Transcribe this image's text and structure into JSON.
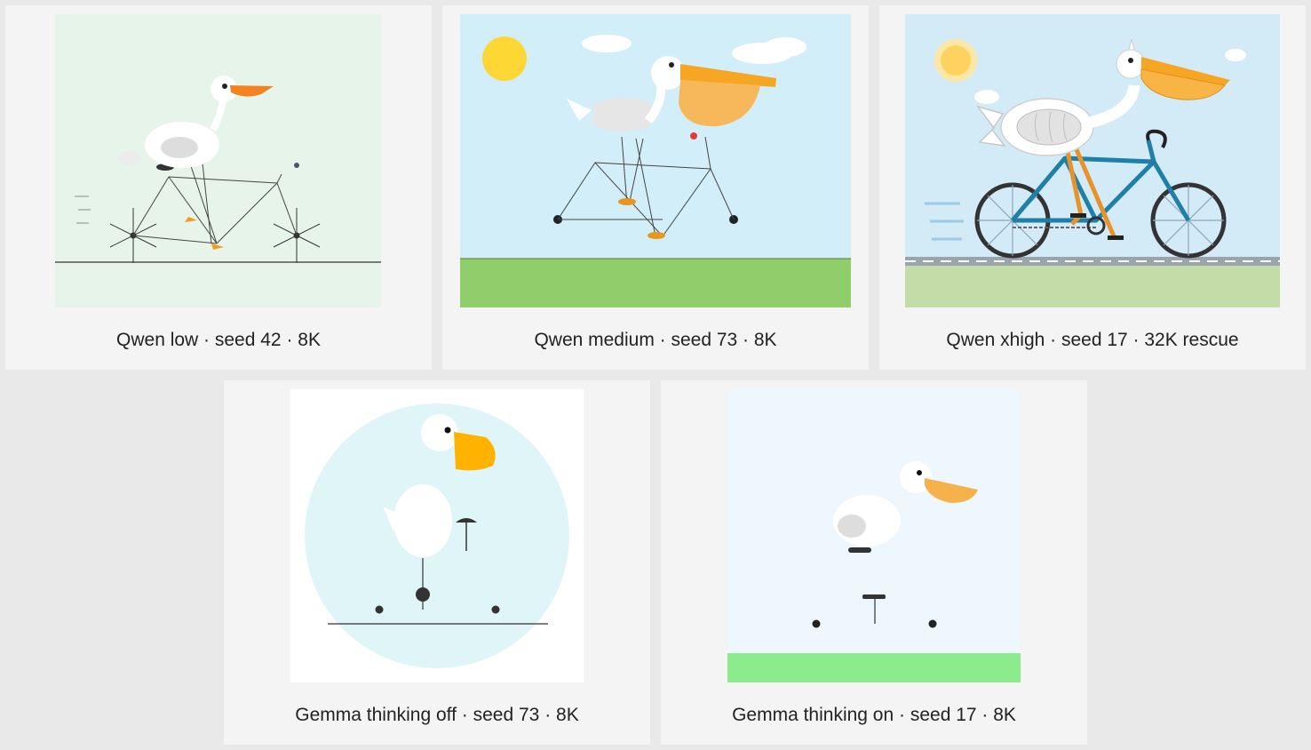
{
  "gallery": {
    "items": [
      {
        "caption": "Qwen low · seed 42 · 8K",
        "image_icon": "pelicanonbicycle-icon"
      },
      {
        "caption": "Qwen medium · seed 73 · 8K",
        "image_icon": "pelican-on-bicycle-icon"
      },
      {
        "caption": "Qwen xhigh · seed 17 · 32K rescue",
        "image_icon": "pelican-riding-bicycle-icon"
      },
      {
        "caption": "Gemma thinking off · seed 73 · 8K",
        "image_icon": "pelican-on-bicycle-icon"
      },
      {
        "caption": "Gemma thinking on · seed 17 · 8K",
        "image_icon": "pelican-on-bicycle-icon"
      }
    ]
  },
  "colors": {
    "page_bg": "#e9e9e9",
    "card_bg": "#f4f4f4",
    "caption_text": "#222222"
  }
}
